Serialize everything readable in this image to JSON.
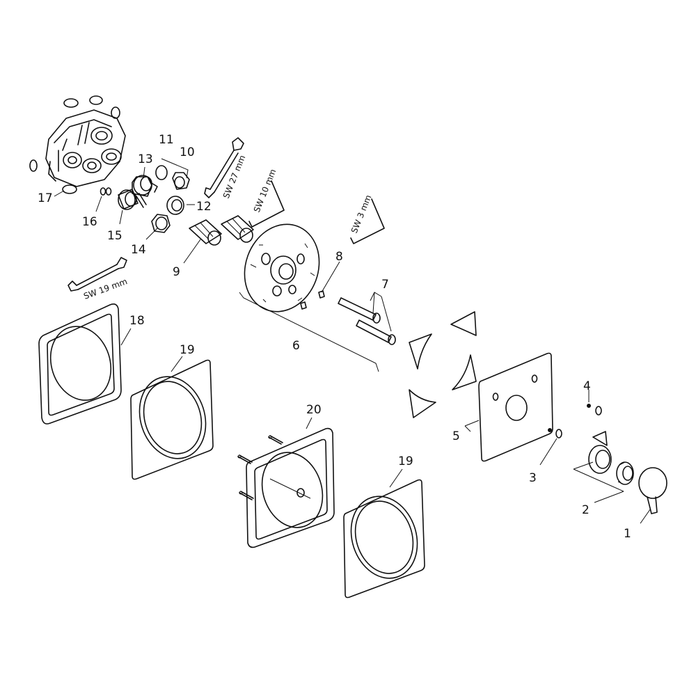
{
  "callouts": [
    "1",
    "2",
    "3",
    "4",
    "5",
    "6",
    "7",
    "8",
    "9",
    "10",
    "11",
    "12",
    "13",
    "14",
    "15",
    "16",
    "17",
    "18",
    "19",
    "19",
    "20"
  ],
  "tools": {
    "sw27": "SW 27 mm",
    "sw10": "SW 10 mm",
    "sw3": "SW 3 mm",
    "sw19": "SW 19 mm"
  }
}
